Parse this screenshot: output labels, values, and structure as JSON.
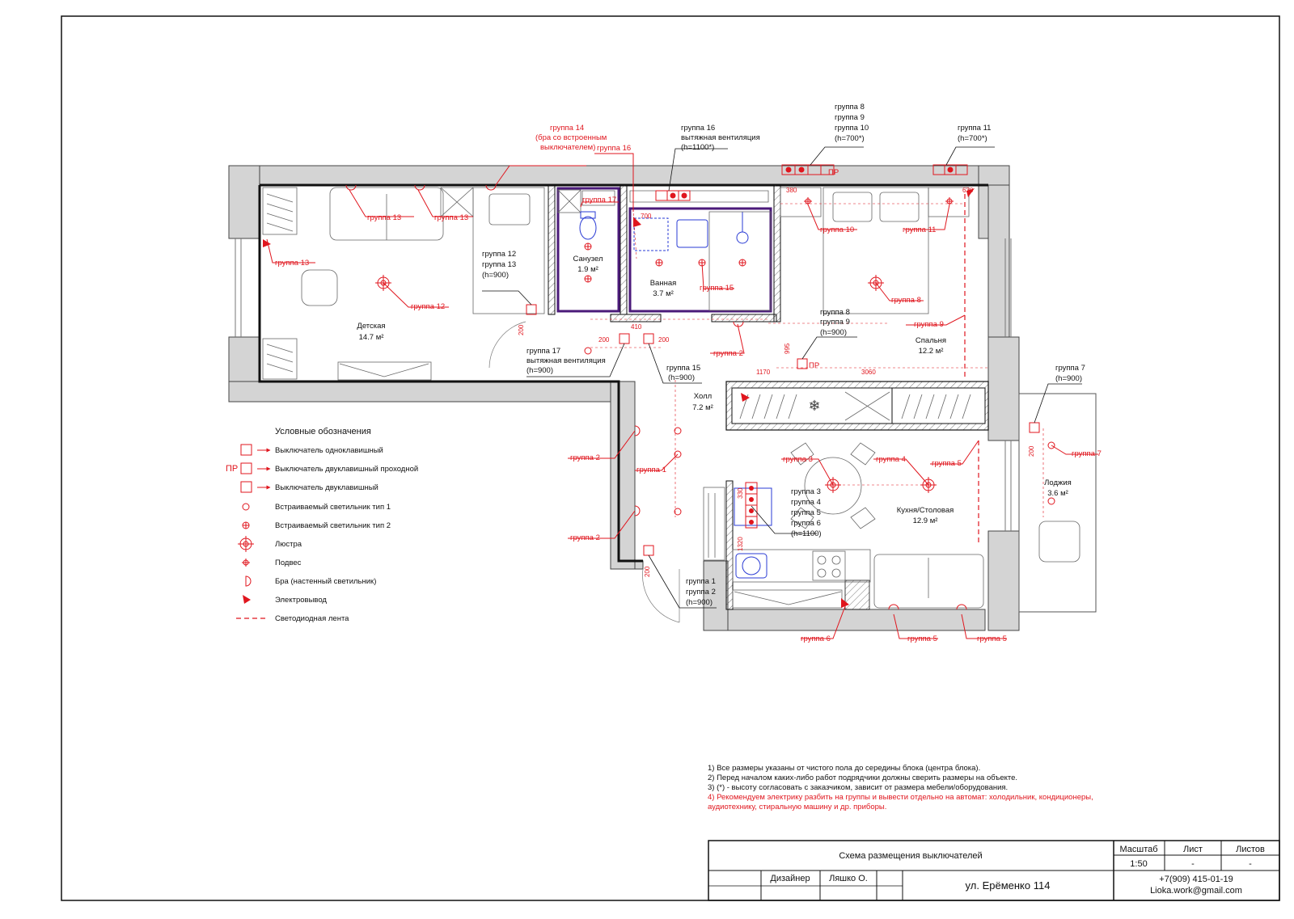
{
  "rooms": {
    "detskaya": {
      "name": "Детская",
      "area": "14.7 м²"
    },
    "sanuzel": {
      "name": "Санузел",
      "area": "1.9 м²"
    },
    "vannaya": {
      "name": "Ванная",
      "area": "3.7 м²"
    },
    "spalnya": {
      "name": "Спальня",
      "area": "12.2 м²"
    },
    "holl": {
      "name": "Холл",
      "area": "7.2 м²"
    },
    "kuhnya": {
      "name": "Кухня/Столовая",
      "area": "12.9 м²"
    },
    "lodzhiya": {
      "name": "Лоджия",
      "area": "3.6 м²"
    }
  },
  "labels": {
    "g14_l1": "группа 14",
    "g14_l2": "(бра со встроенным",
    "g14_l3": "выключателем)",
    "g16a": "группа 16",
    "g16_l1": "группа 16",
    "g16_l2": "вытяжная вентиляция",
    "g16_l3": "(h=1100*)",
    "g8910_l1": "группа 8",
    "g8910_l2": "группа 9",
    "g8910_l3": "группа 10",
    "g8910_l4": "(h=700*)",
    "g11_l1": "группа 11",
    "g11_l2": "(h=700*)",
    "pr": "ПР",
    "g13a": "группа 13",
    "g13b": "группа 13",
    "g13c": "группа 13",
    "g17a": "группа 17",
    "g12_l1": "группа 12",
    "g12_l2": "группа 13",
    "g12_l3": "(h=900)",
    "g12": "группа 12",
    "g15": "группа 15",
    "g10": "группа 10",
    "g11": "группа 11",
    "g8": "группа 8",
    "g17_l1": "группа 17",
    "g17_l2": "вытяжная вентиляция",
    "g17_l3": "(h=900)",
    "g15b_l1": "группа 15",
    "g15b_l2": "(h=900)",
    "g2a": "группа 2",
    "g89_l1": "группа 8",
    "g89_l2": "группа 9",
    "g89_l3": "(h=900)",
    "g9": "группа 9",
    "g7_l1": "группа 7",
    "g7_l2": "(h=900)",
    "g7": "группа 7",
    "g2b": "группа 2",
    "g1": "группа 1",
    "g3": "группа 3",
    "g4": "группа 4",
    "g5a": "группа 5",
    "g3456_l1": "группа 3",
    "g3456_l2": "группа 4",
    "g3456_l3": "группа 5",
    "g3456_l4": "группа 6",
    "g3456_l5": "(h=1100)",
    "g2c": "группа 2",
    "g12b_l1": "группа 1",
    "g12b_l2": "группа 2",
    "g12b_l3": "(h=900)",
    "g6": "группа 6",
    "g5b": "группа 5",
    "g5c": "группа 5"
  },
  "dims": {
    "d700": "700",
    "d380": "380",
    "d630": "630",
    "d200a": "200",
    "d200b": "200",
    "d410": "410",
    "d200c": "200",
    "d995": "995",
    "d1170": "1170",
    "d3060": "3060",
    "d200d": "200",
    "d330": "330",
    "d1320": "1320",
    "d200e": "200"
  },
  "legend": {
    "title": "Условные обозначения",
    "pr_mark": "ПР",
    "items": [
      "Выключатель одноклавишный",
      "Выключатель двуклавишный проходной",
      "Выключатель двуклавишный",
      "Встраиваемый светильник тип 1",
      "Встраиваемый светильник тип 2",
      "Люстра",
      "Подвес",
      "Бра (настенный светильник)",
      "Электровывод",
      "Светодиодная лента"
    ]
  },
  "notes": [
    "1) Все размеры указаны от чистого пола до середины блока (центра блока).",
    "2) Перед началом каких-либо работ подрядчики должны сверить размеры на объекте.",
    "3) (*) - высоту согласовать с заказчиком, зависит от размера мебели/оборудования.",
    "4) Рекомендуем электрику разбить на группы и вывести отдельно на автомат: холодильник, кондиционеры,",
    "аудиотехнику, стиральную машину и др. приборы."
  ],
  "stamp": {
    "title": "Схема размещения выключателей",
    "scale_label": "Масштаб",
    "sheet_label": "Лист",
    "sheets_label": "Листов",
    "scale_value": "1:50",
    "sheet_value": "-",
    "sheets_value": "-",
    "designer_label": "Дизайнер",
    "designer_name": "Ляшко О.",
    "address": "ул. Ерёменко 114",
    "phone": "+7(909) 415-01-19",
    "email": "Lioka.work@gmail.com"
  },
  "colors": {
    "accent_red": "#e0161e",
    "wall_gray": "#d4d4d4",
    "wet_zone_purple": "#4b1a7a",
    "fixture_blue": "#2a3bd4"
  }
}
